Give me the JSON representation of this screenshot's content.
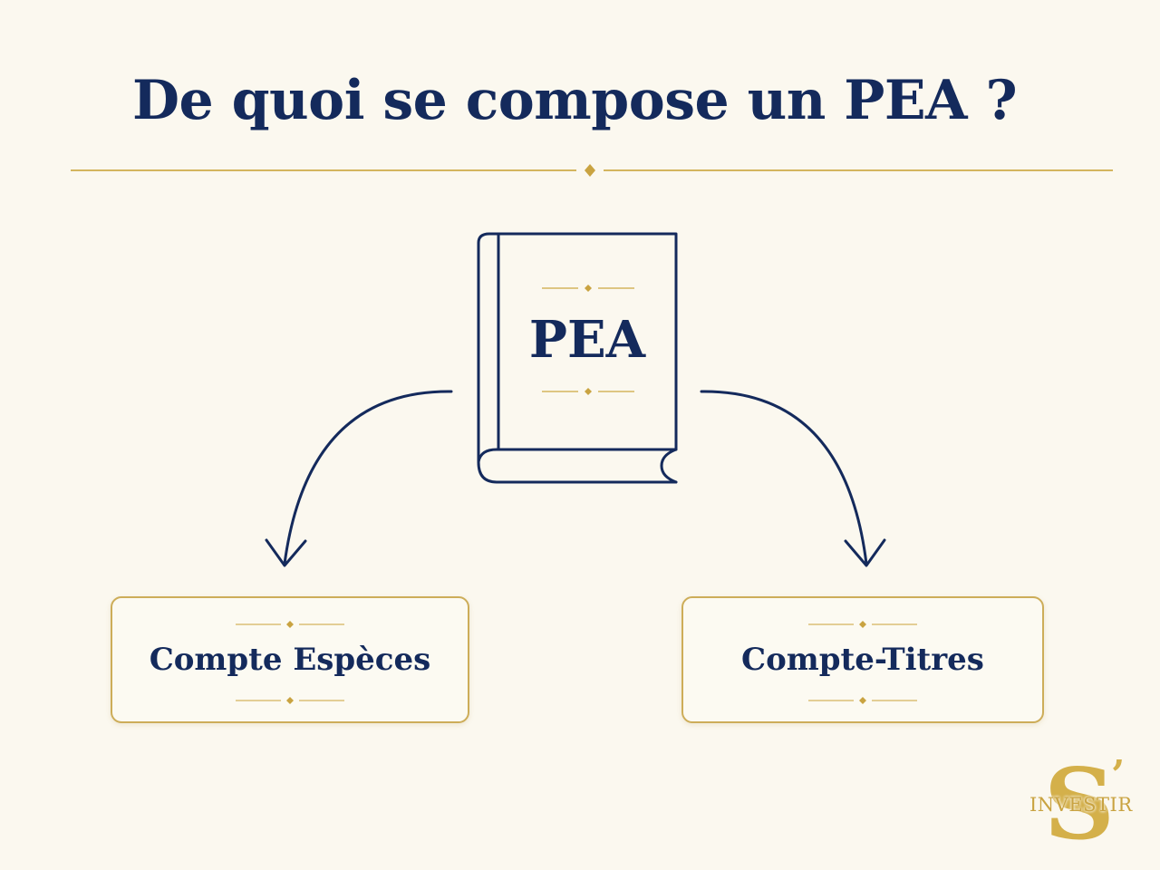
{
  "title": "De quoi se compose un PEA ?",
  "center": {
    "label": "PEA"
  },
  "boxes": {
    "left": {
      "label": "Compte Espèces"
    },
    "right": {
      "label": "Compte-Titres"
    }
  },
  "logo": {
    "letter": "S",
    "apostrophe": "’",
    "text": "INVESTIR"
  },
  "colors": {
    "navy": "#142a5c",
    "gold": "#cdad59",
    "background": "#fbf8ef"
  },
  "icons": [
    "book-icon",
    "curved-arrow-left",
    "curved-arrow-right",
    "diamond-ornament"
  ]
}
